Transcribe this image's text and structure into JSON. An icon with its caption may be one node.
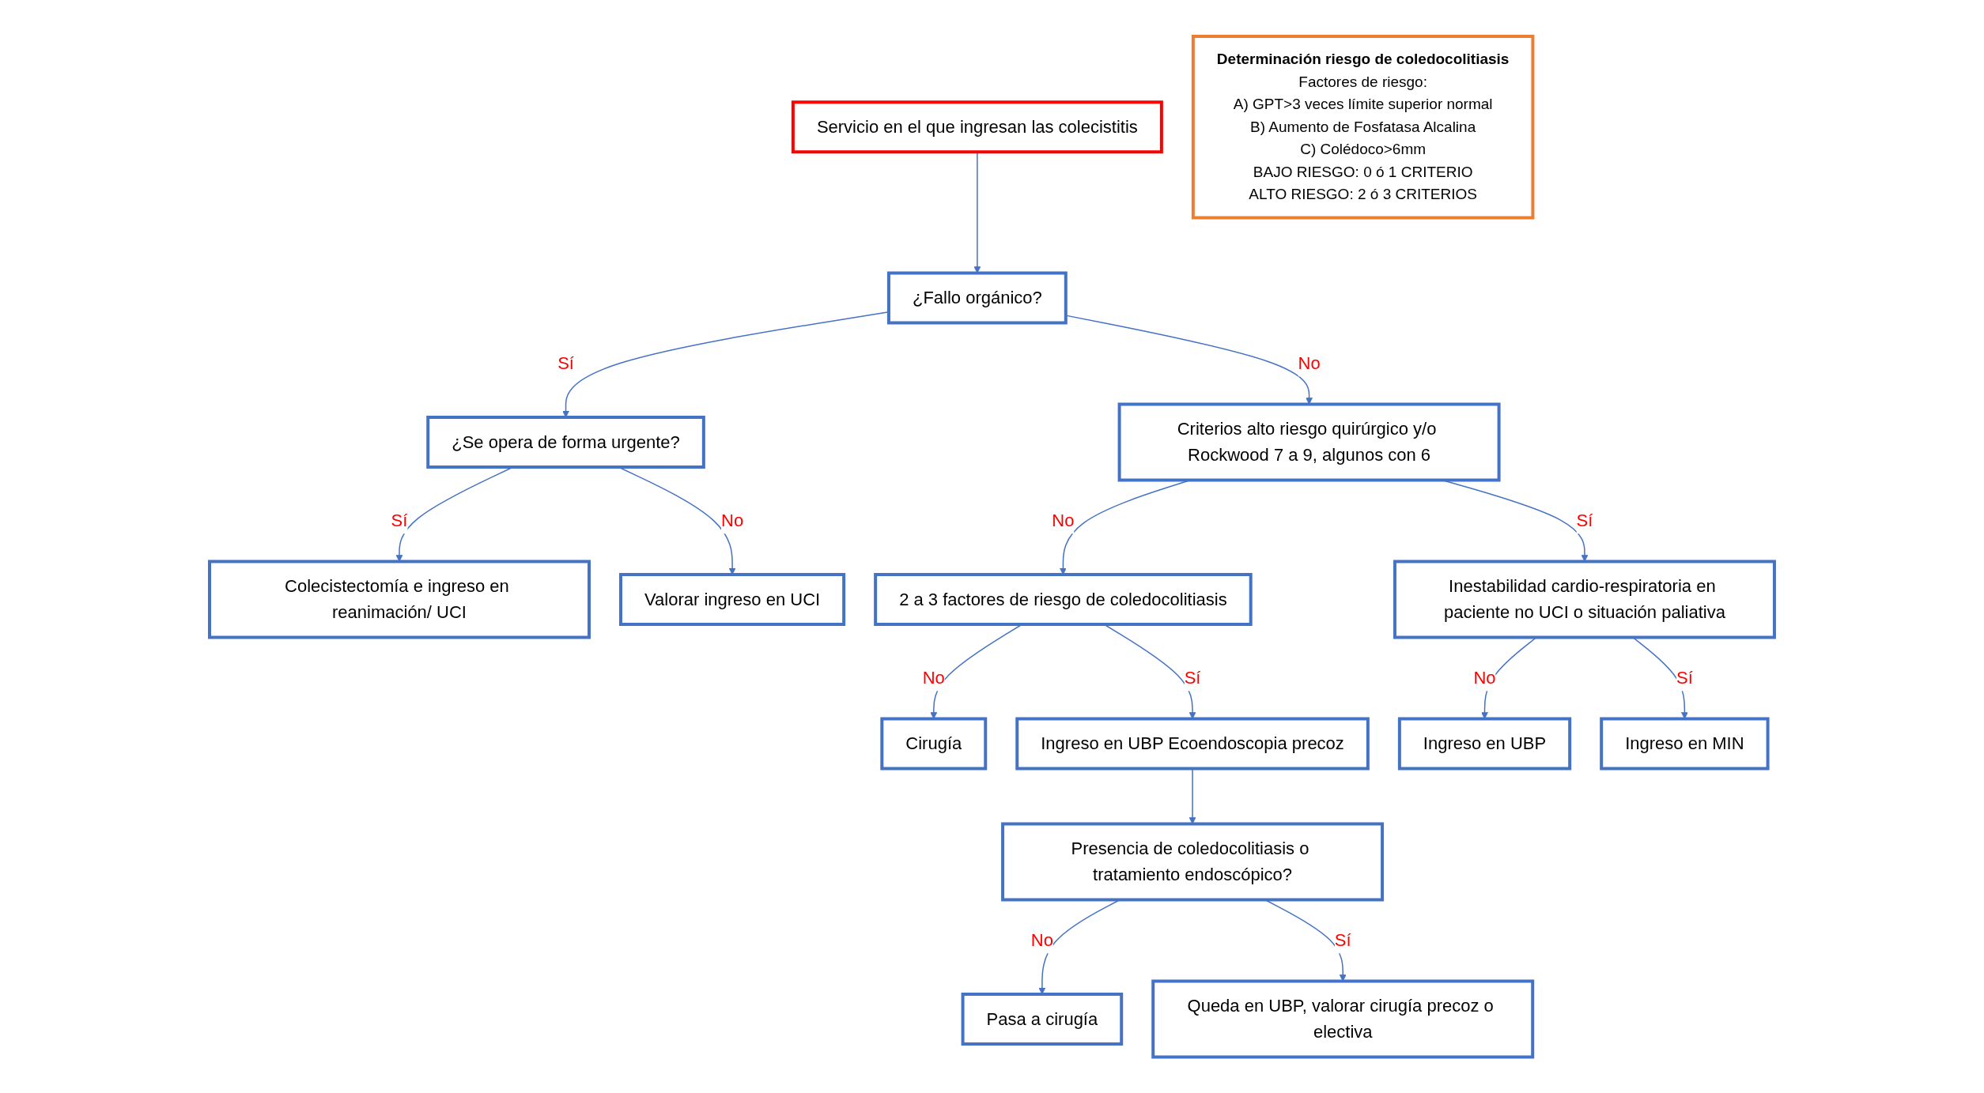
{
  "diagram": {
    "nodes": [
      {
        "text": [
          "Servicio en el que ingresan las colecistitis"
        ]
      },
      {
        "text": [
          "¿Fallo orgánico?"
        ]
      },
      {
        "text": [
          "¿Se opera de forma urgente?"
        ]
      },
      {
        "text": [
          "Criterios alto riesgo quirúrgico y/o Rockwood 7 a 9, algunos con 6"
        ]
      },
      {
        "text": [
          "Colecistectomía e ingreso en reanimación/ UCI"
        ]
      },
      {
        "text": [
          "Valorar ingreso en UCI"
        ]
      },
      {
        "text": [
          "2 a 3 factores de riesgo de coledocolitiasis"
        ]
      },
      {
        "text": [
          "Cirugía"
        ]
      },
      {
        "text": [
          "Ingreso en UBP Ecoendoscopia precoz"
        ]
      },
      {
        "text": [
          "Inestabilidad cardio-respiratoria en paciente no UCI o situación paliativa"
        ]
      },
      {
        "text": [
          "Presencia de coledocolitiasis o tratamiento endoscópico?"
        ]
      },
      {
        "text": [
          "Pasa a cirugía"
        ]
      },
      {
        "text": [
          "Queda en UBP, valorar cirugía precoz o electiva"
        ]
      },
      {
        "text": [
          "Ingreso en UBP"
        ]
      },
      {
        "text": [
          "Ingreso en MIN"
        ]
      },
      {
        "text": [
          "Determinación riesgo de coledocolitiasis",
          "Factores de riesgo:",
          "A) GPT>3 veces límite superior normal",
          "B) Aumento de Fosfatasa Alcalina",
          "C) Colédoco>6mm",
          "BAJO RIESGO: 0 ó 1 CRITERIO",
          "ALTO RIESGO: 2 ó 3 CRITERIOS"
        ]
      }
    ],
    "edges": [
      {
        "from": 0,
        "to": 1,
        "arrow": "to"
      },
      {
        "from": 1,
        "to": 2,
        "arrow": "to",
        "label": "Sí"
      },
      {
        "from": 1,
        "to": 3,
        "arrow": "to",
        "label": "No"
      },
      {
        "from": 2,
        "to": 4,
        "arrow": "to",
        "label": "Sí"
      },
      {
        "from": 2,
        "to": 5,
        "arrow": "to",
        "label": "No"
      },
      {
        "from": 3,
        "to": 6,
        "arrow": "to",
        "label": "No"
      },
      {
        "from": 3,
        "to": 9,
        "arrow": "to",
        "label": "Sí"
      },
      {
        "from": 6,
        "to": 7,
        "arrow": "to",
        "label": "No"
      },
      {
        "from": 6,
        "to": 8,
        "arrow": "to",
        "label": "Sí"
      },
      {
        "from": 8,
        "to": 10,
        "arrow": "to"
      },
      {
        "from": 10,
        "to": 11,
        "arrow": "to",
        "label": "No"
      },
      {
        "from": 10,
        "to": 12,
        "arrow": "to",
        "label": "Sí"
      },
      {
        "from": 9,
        "to": 13,
        "arrow": "to",
        "label": "No"
      },
      {
        "from": 9,
        "to": 14,
        "arrow": "to",
        "label": "Sí"
      }
    ]
  }
}
